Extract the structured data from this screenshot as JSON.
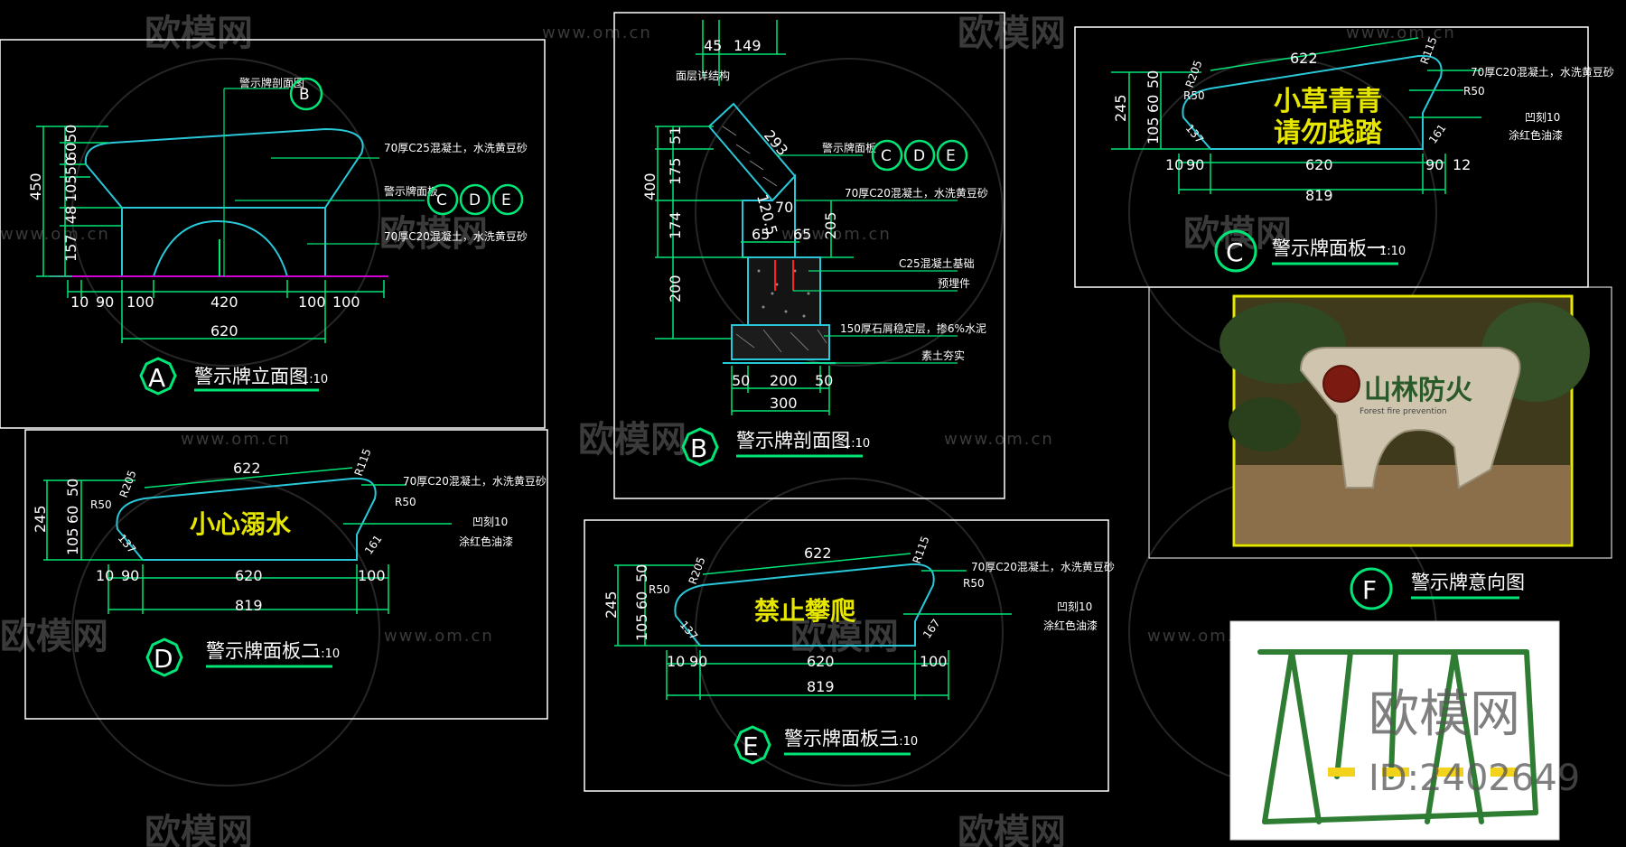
{
  "watermark": {
    "brand": "欧模网",
    "url": "www.om.cn",
    "id": "ID:2402649"
  },
  "colors": {
    "frame": "#ffffff",
    "dim": "#00e676",
    "outline": "#28c8d8",
    "ground": "#d000d0",
    "label_fill": "#e6e600",
    "accent_red": "#ff2020"
  },
  "panel_a": {
    "letter": "A",
    "title": "警示牌立面图",
    "scale": "1:10",
    "callout_section": "警示牌剖面图",
    "callout_section_letter": "B",
    "note_top": "70厚C25混凝土，水洗黄豆砂",
    "note_mid": "警示牌面板",
    "note_bottom": "70厚C20混凝土，水洗黄豆砂",
    "refs": [
      "C",
      "D",
      "E"
    ],
    "left_dims": [
      "50",
      "60",
      "50",
      "105",
      "48",
      "157"
    ],
    "total_height": "450",
    "bottom_dims": [
      "10",
      "90",
      "100",
      "420",
      "100",
      "100"
    ],
    "total_width": "620"
  },
  "panel_b": {
    "letter": "B",
    "title": "警示牌剖面图",
    "scale": "1:10",
    "top_dims": [
      "45",
      "149"
    ],
    "note_top": "面层详结构",
    "angle_dims": [
      "293",
      "120.5",
      "70"
    ],
    "left_dims": [
      "51",
      "175",
      "174",
      "200"
    ],
    "total_height": "400",
    "small_dims": [
      "65",
      "65",
      "205"
    ],
    "note_panel": "警示牌面板",
    "refs": [
      "C",
      "D",
      "E"
    ],
    "note_concrete": "70厚C20混凝土，水洗黄豆砂",
    "note_base": "C25混凝土基础",
    "note_anchor": "预埋件",
    "note_gravel": "150厚石屑稳定层，掺6%水泥",
    "note_soil": "素土夯实",
    "bottom_dims": [
      "50",
      "200",
      "50"
    ],
    "total_width": "300"
  },
  "panel_c": {
    "letter": "C",
    "title": "警示牌面板一",
    "scale": "1:10",
    "sign_line1": "小草青青",
    "sign_line2": "请勿践踏",
    "top_dim": "622",
    "r_left": "R205",
    "r_right": "R115",
    "r50_left": "R50",
    "r50_right": "R50",
    "left_dims": [
      "50",
      "60",
      "105"
    ],
    "total_height": "245",
    "slant_left": "137",
    "slant_right": "161",
    "bottom_dims": [
      "10",
      "90",
      "620",
      "90",
      "12"
    ],
    "total_width": "819",
    "note1": "70厚C20混凝土，水洗黄豆砂",
    "note2": "凹刻10",
    "note3": "涂红色油漆"
  },
  "panel_d": {
    "letter": "D",
    "title": "警示牌面板二",
    "scale": "1:10",
    "sign_text": "小心溺水",
    "top_dim": "622",
    "r_left": "R205",
    "r_right": "R115",
    "r50_left": "R50",
    "r50_right": "R50",
    "left_dims": [
      "50",
      "60",
      "105"
    ],
    "total_height": "245",
    "slant_left": "137",
    "slant_right": "161",
    "bottom_dims": [
      "10",
      "90",
      "620",
      "100"
    ],
    "total_width": "819",
    "note1": "70厚C20混凝土，水洗黄豆砂",
    "note2": "凹刻10",
    "note3": "涂红色油漆"
  },
  "panel_e": {
    "letter": "E",
    "title": "警示牌面板三",
    "scale": "1:10",
    "sign_text": "禁止攀爬",
    "top_dim": "622",
    "r_left": "R205",
    "r_right": "R115",
    "r50_left": "R50",
    "r50_right": "R50",
    "left_dims": [
      "50",
      "60",
      "105"
    ],
    "total_height": "245",
    "slant_left": "137",
    "slant_right": "167",
    "bottom_dims": [
      "10",
      "90",
      "620",
      "100"
    ],
    "total_width": "819",
    "note1": "70厚C20混凝土，水洗黄豆砂",
    "note2": "凹刻10",
    "note3": "涂红色油漆"
  },
  "panel_f": {
    "letter": "F",
    "title": "警示牌意向图",
    "photo_sign_text": "山林防火",
    "photo_sign_subtext": "Forest fire prevention"
  }
}
